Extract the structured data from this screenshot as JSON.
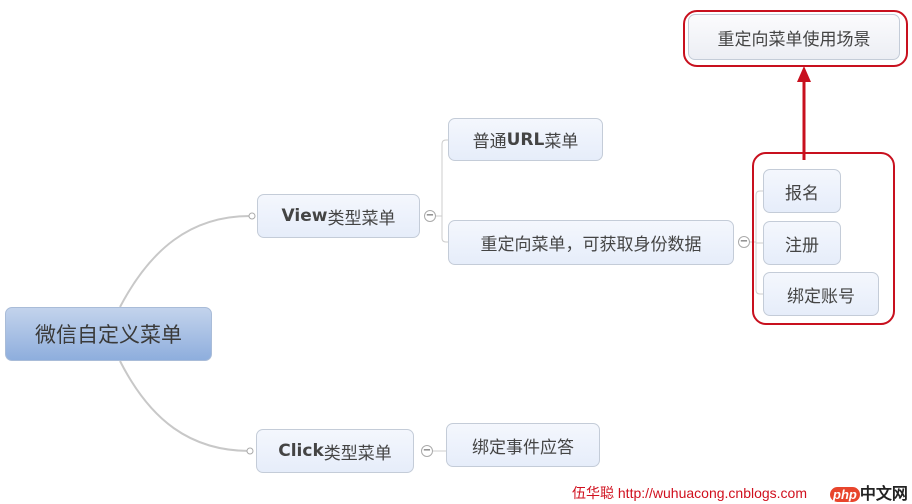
{
  "root": {
    "label": "微信自定义菜单"
  },
  "branches": [
    {
      "label_bold": "View",
      "label_rest": "类型菜单",
      "children": [
        {
          "label_bold": "URL",
          "label_pre": "普通",
          "label_rest": "菜单"
        },
        {
          "label": "重定向菜单，可获取身份数据",
          "children": [
            {
              "label": "报名"
            },
            {
              "label": "注册"
            },
            {
              "label": "绑定账号"
            }
          ]
        }
      ]
    },
    {
      "label_bold": "Click",
      "label_rest": "类型菜单",
      "children": [
        {
          "label": "绑定事件应答"
        }
      ]
    }
  ],
  "callout": {
    "label": "重定向菜单使用场景",
    "highlight_color": "#c8101e"
  },
  "collapse_symbol": "−",
  "watermark": {
    "author": "伍华聪",
    "url": "http://wuhuacong.cnblogs.com",
    "logo_php": "php",
    "logo_cn": "中文网"
  }
}
